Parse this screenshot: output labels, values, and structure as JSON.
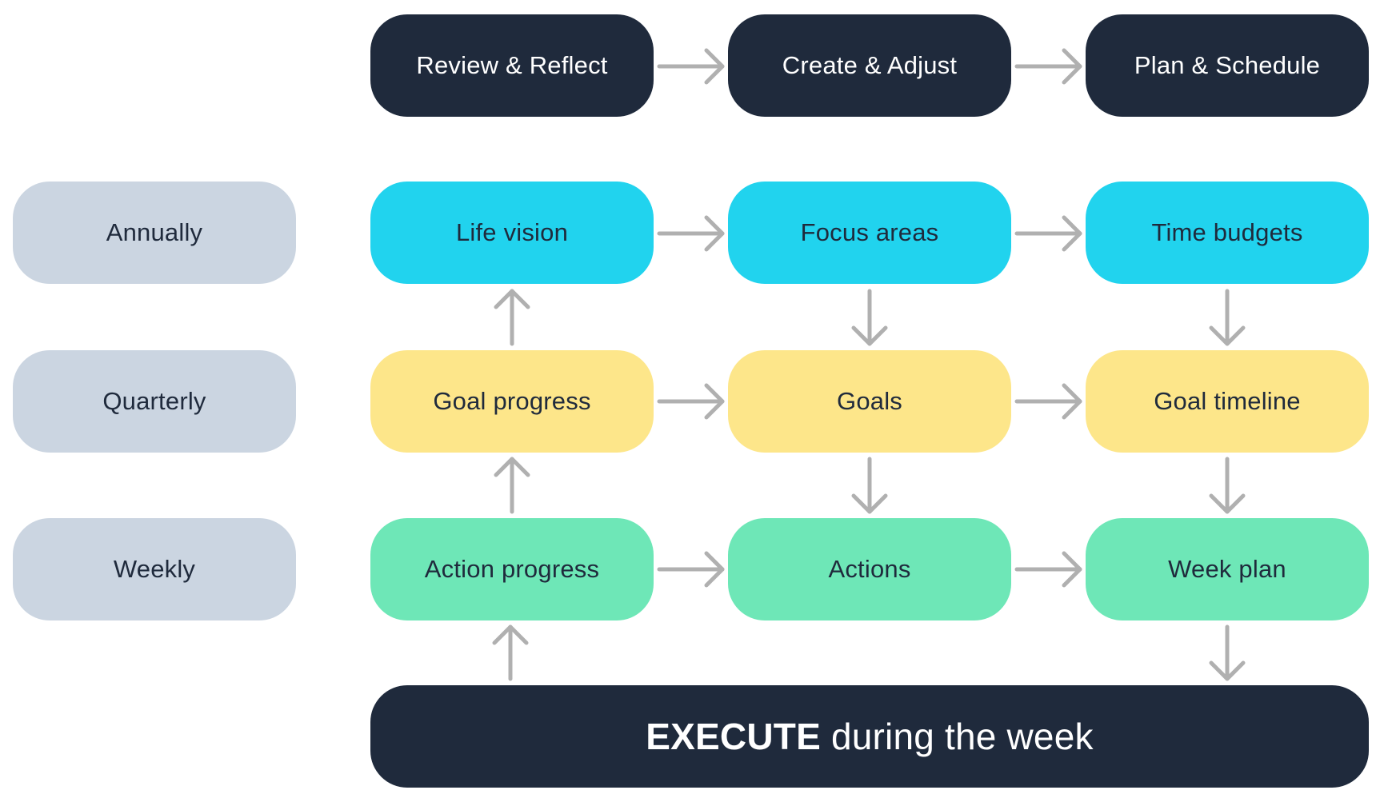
{
  "header": {
    "review_reflect": "Review & Reflect",
    "create_adjust": "Create & Adjust",
    "plan_schedule": "Plan & Schedule"
  },
  "cadence": {
    "annually": "Annually",
    "quarterly": "Quarterly",
    "weekly": "Weekly"
  },
  "annual": {
    "life_vision": "Life vision",
    "focus_areas": "Focus areas",
    "time_budgets": "Time budgets"
  },
  "quarterly": {
    "goal_progress": "Goal progress",
    "goals": "Goals",
    "goal_timeline": "Goal timeline"
  },
  "weekly": {
    "action_progress": "Action progress",
    "actions": "Actions",
    "week_plan": "Week plan"
  },
  "execute": {
    "bold": "EXECUTE",
    "rest": "during the week"
  },
  "colors": {
    "dark": "#1f2a3c",
    "cyan": "#21d3ee",
    "yellow": "#fde68a",
    "green": "#6ee7b7",
    "gray": "#cbd5e1",
    "arrow": "#b0b0b0"
  }
}
